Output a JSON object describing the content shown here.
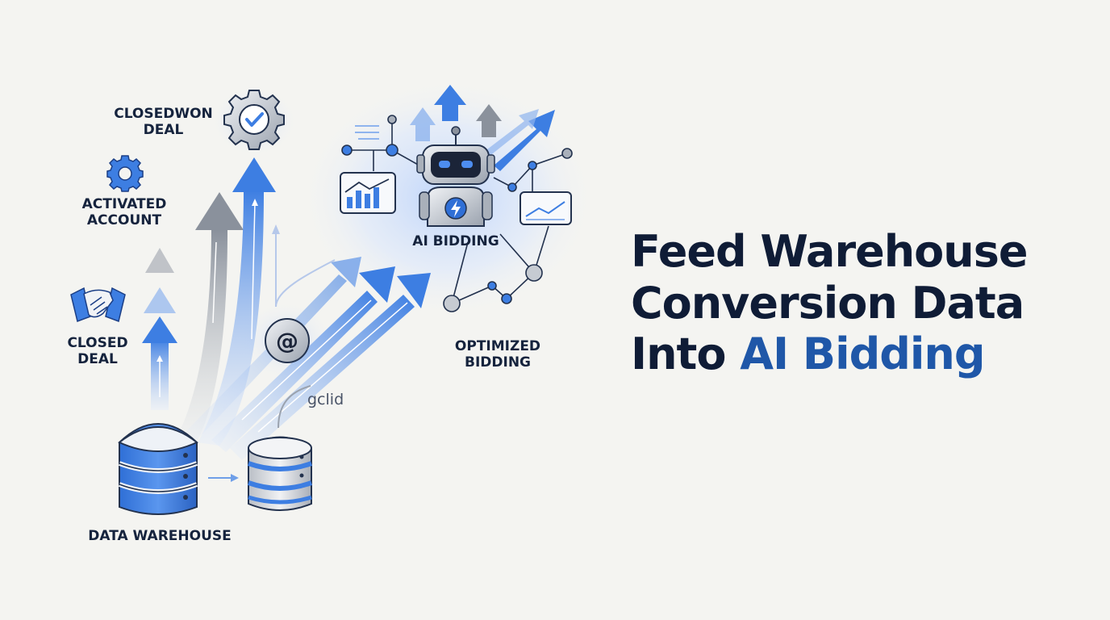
{
  "labels": {
    "closedwon_deal": [
      "CLOSEDWON",
      "DEAL"
    ],
    "activated_account": [
      "ACTIVATED",
      "ACCOUNT"
    ],
    "closed_deal": [
      "CLOSED",
      "DEAL"
    ],
    "data_warehouse": "DATA WAREHOUSE",
    "gclid": "gclid",
    "ai_bidding": "AI BIDDING",
    "optimized_bidding": [
      "OPTIMIZED",
      "BIDDING"
    ]
  },
  "headline": {
    "line1": "Feed Warehouse",
    "line2": "Conversion Data",
    "line3_prefix": "Into ",
    "line3_accent": "AI Bidding"
  },
  "icons": [
    "handshake-icon",
    "gear-icon",
    "gear-check-icon",
    "database-icon",
    "at-sign-icon",
    "robot-icon",
    "chart-icon"
  ],
  "colors": {
    "background": "#f4f4f1",
    "accent": "#1f57a8",
    "arrow_blue": "#3f7fe0",
    "arrow_gray": "#8c939e",
    "text": "#0f1c36"
  }
}
